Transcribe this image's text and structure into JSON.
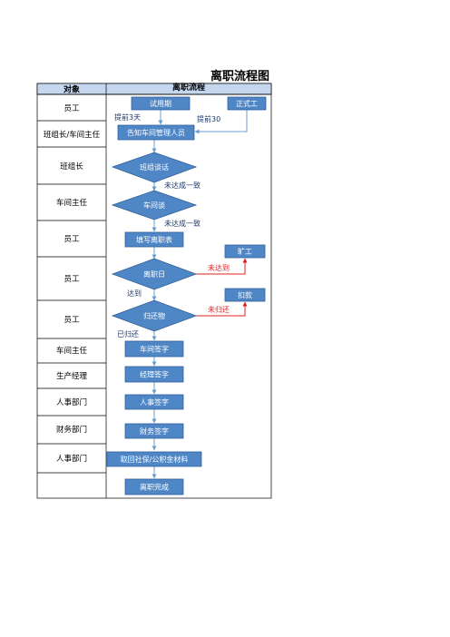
{
  "title": "离职流程图",
  "header": {
    "col_object": "对象",
    "col_flow": "离职流程"
  },
  "lanes": [
    "员工",
    "班组长/车间主任",
    "班组长",
    "车间主任",
    "员工",
    "员工",
    "员工",
    "车间主任",
    "生产经理",
    "人事部门",
    "财务部门",
    "人事部门",
    ""
  ],
  "nodes": {
    "probation": "试用期",
    "regular": "正式工",
    "notify": "告知车间管理人员",
    "team_talk": "班组谈话",
    "workshop_talk": "车间谈",
    "fill_form": "填写离职表",
    "leave_day": "离职日",
    "absent": "旷工",
    "return_items": "归还物",
    "deduct": "扣款",
    "workshop_sign": "车间签字",
    "manager_sign": "经理签字",
    "hr_sign": "人事签字",
    "finance_sign": "财务签字",
    "social_security": "取回社保/公积金材料",
    "done": "离职完成"
  },
  "annotations": {
    "advance_3": "提前3天",
    "advance_30": "提前30",
    "no_agree_1": "未达成一致",
    "no_agree_2": "未达成一致",
    "not_arrived": "未达到",
    "arrived": "达到",
    "not_returned": "未归还",
    "returned": "已归还"
  },
  "colors": {
    "node_fill": "#4f86c6",
    "node_stroke": "#2f5f9a",
    "arrow": "#6a9fcf",
    "arrow_red": "#e02020",
    "header_fill": "#c5d7ee",
    "grid": "#000000"
  }
}
